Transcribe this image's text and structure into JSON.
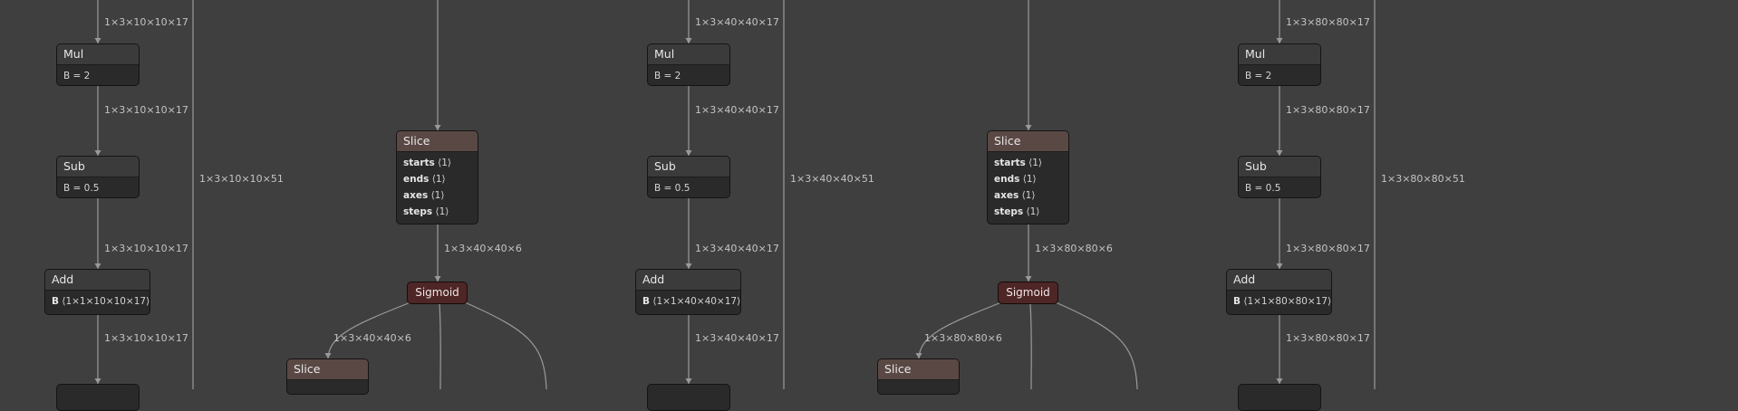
{
  "columns": [
    {
      "mul": {
        "title": "Mul",
        "attr": "B = 2"
      },
      "sub": {
        "title": "Sub",
        "attr": "B = 0.5"
      },
      "add": {
        "title": "Add",
        "attr_name": "B",
        "attr_value": "⟨1×1×10×10×17⟩"
      },
      "edge_top": "1×3×10×10×17",
      "edge_mul_sub": "1×3×10×10×17",
      "edge_sub_add": "1×3×10×10×17",
      "edge_add_out": "1×3×10×10×17",
      "bypass": "1×3×10×10×51"
    },
    {
      "mul": {
        "title": "Mul",
        "attr": "B = 2"
      },
      "sub": {
        "title": "Sub",
        "attr": "B = 0.5"
      },
      "add": {
        "title": "Add",
        "attr_name": "B",
        "attr_value": "⟨1×1×40×40×17⟩"
      },
      "edge_top": "1×3×40×40×17",
      "edge_mul_sub": "1×3×40×40×17",
      "edge_sub_add": "1×3×40×40×17",
      "edge_add_out": "1×3×40×40×17",
      "bypass": "1×3×40×40×51"
    },
    {
      "mul": {
        "title": "Mul",
        "attr": "B = 2"
      },
      "sub": {
        "title": "Sub",
        "attr": "B = 0.5"
      },
      "add": {
        "title": "Add",
        "attr_name": "B",
        "attr_value": "⟨1×1×80×80×17⟩"
      },
      "edge_top": "1×3×80×80×17",
      "edge_mul_sub": "1×3×80×80×17",
      "edge_sub_add": "1×3×80×80×17",
      "edge_add_out": "1×3×80×80×17",
      "bypass": "1×3×80×80×51"
    }
  ],
  "slices": [
    {
      "title": "Slice",
      "attrs": [
        {
          "name": "starts",
          "value": "⟨1⟩"
        },
        {
          "name": "ends",
          "value": "⟨1⟩"
        },
        {
          "name": "axes",
          "value": "⟨1⟩"
        },
        {
          "name": "steps",
          "value": "⟨1⟩"
        }
      ],
      "edge_out": "1×3×40×40×6",
      "sigmoid": "Sigmoid",
      "edge_sigmoid_slice": "1×3×40×40×6",
      "next_slice": "Slice"
    },
    {
      "title": "Slice",
      "attrs": [
        {
          "name": "starts",
          "value": "⟨1⟩"
        },
        {
          "name": "ends",
          "value": "⟨1⟩"
        },
        {
          "name": "axes",
          "value": "⟨1⟩"
        },
        {
          "name": "steps",
          "value": "⟨1⟩"
        }
      ],
      "edge_out": "1×3×80×80×6",
      "sigmoid": "Sigmoid",
      "edge_sigmoid_slice": "1×3×80×80×6",
      "next_slice": "Slice"
    }
  ],
  "colors": {
    "background": "#3f3f3f",
    "edge": "#9a9a9a",
    "slice_header": "#5a4844",
    "sigmoid": "#4e2626"
  }
}
